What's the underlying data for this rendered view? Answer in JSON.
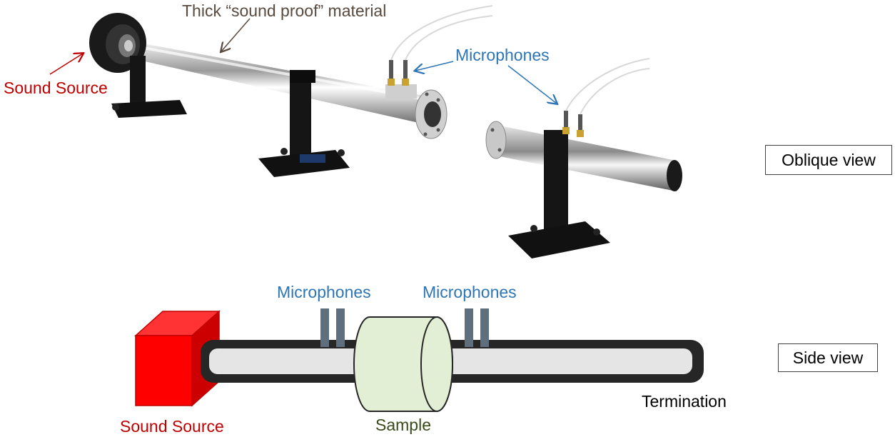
{
  "oblique": {
    "material_label": "Thick “sound proof” material",
    "source_label": "Sound Source",
    "microphones_label": "Microphones",
    "view_label": "Oblique view"
  },
  "side": {
    "mic_label_left": "Microphones",
    "mic_label_right": "Microphones",
    "source_label": "Sound Source",
    "sample_label": "Sample",
    "termination_label": "Termination",
    "view_label": "Side view"
  },
  "colors": {
    "source_red": "#c00000",
    "mic_blue": "#2e75b6",
    "sample_green": "#e2efd4",
    "tube_fill": "#e5e5e5",
    "tube_wall": "#262626"
  }
}
